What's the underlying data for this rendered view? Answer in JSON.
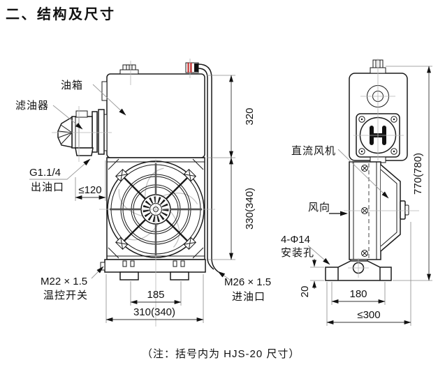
{
  "title": "二、结构及尺寸",
  "note": "（注：括号内为 HJS-20 尺寸）",
  "front_view": {
    "labels": {
      "tank": "油箱",
      "filter": "滤油器",
      "outlet_thread": "G1.1/4",
      "outlet_port": "出油口",
      "thermo_thread": "M22 × 1.5",
      "thermo_switch": "温控开关",
      "inlet_thread": "M26 × 1.5",
      "inlet_port": "进油口"
    },
    "dimensions": {
      "filter_protrusion": "≤120",
      "tank_height": "320",
      "cooler_height": "330(340)",
      "foot_spacing": "185",
      "overall_width": "310(340)"
    }
  },
  "side_view": {
    "labels": {
      "dc_fan": "直流风机",
      "air_flow": "风向",
      "mounting_holes_spec": "4-Φ14",
      "mounting_holes_name": "安装孔"
    },
    "dimensions": {
      "overall_height": "770(780)",
      "foot_thickness": "20",
      "hole_spacing": "180",
      "overall_depth": "≤300"
    }
  },
  "colors": {
    "line": "#1a1a1a",
    "centerline": "#b5b5b5",
    "pipe_marking_red": "#c42222"
  }
}
